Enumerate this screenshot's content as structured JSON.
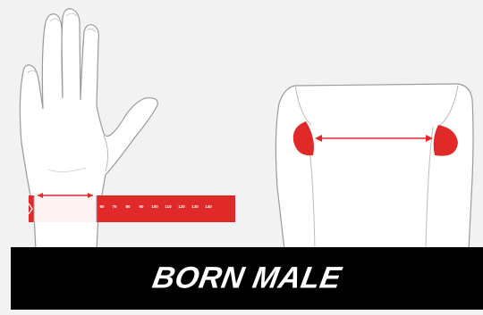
{
  "banner": {
    "title": "BORN MALE"
  },
  "measuring_tape": {
    "ticks": [
      "60",
      "70",
      "80",
      "90",
      "100",
      "110",
      "120",
      "130",
      "140"
    ],
    "color": "#e02a2a"
  },
  "colors": {
    "background": "#f2f2f2",
    "outline": "#9a9a9a",
    "accent_red": "#e02a2a",
    "banner_bg": "#000000",
    "banner_text": "#ffffff"
  },
  "icons": {
    "hand": "hand-outline-illustration",
    "torso": "torso-outline-illustration",
    "arrow": "double-headed-arrow"
  }
}
